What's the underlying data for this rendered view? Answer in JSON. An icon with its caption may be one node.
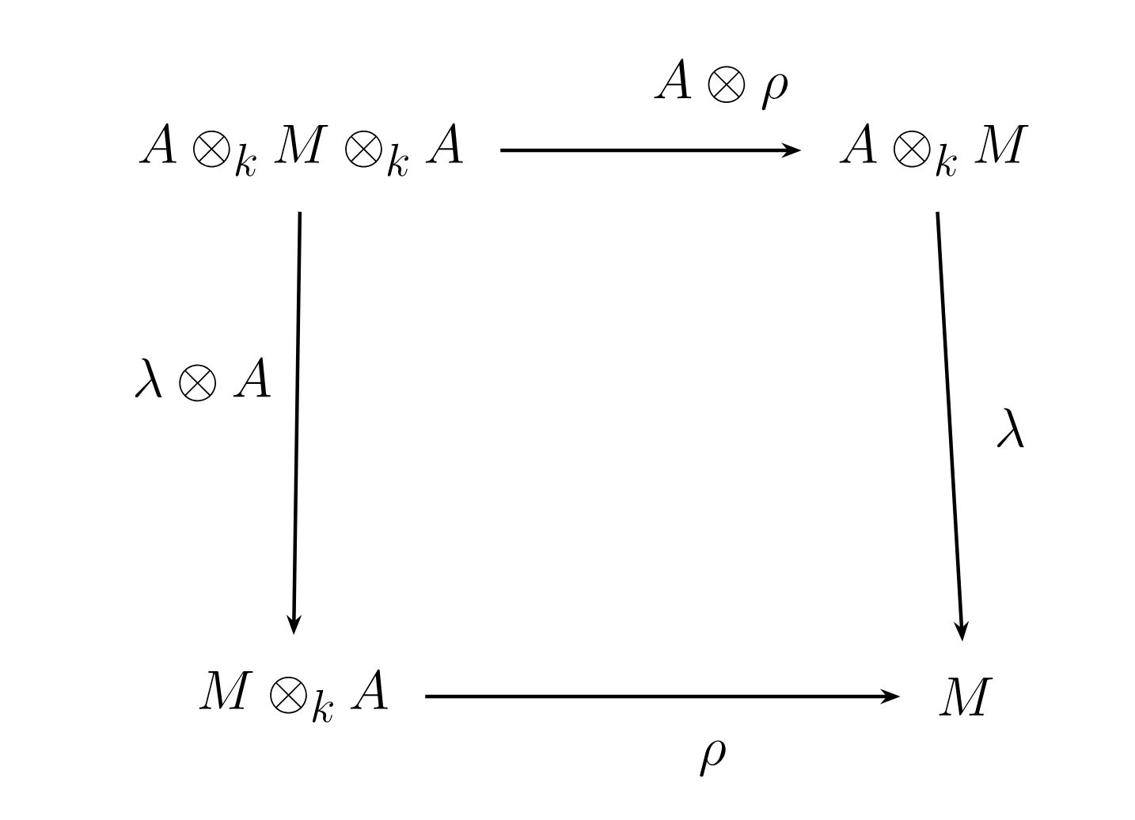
{
  "diagram": {
    "nodes": [
      {
        "text": [
          "A\\otimes_k M\\otimes_k A"
        ]
      },
      {
        "text": [
          "A\\otimes_k M"
        ]
      },
      {
        "text": [
          "M\\otimes_k A"
        ]
      },
      {
        "text": [
          "M"
        ]
      }
    ],
    "edges": [
      {
        "from": 0,
        "to": 1,
        "arrow": "to",
        "label": "A\\otimes\\rho"
      },
      {
        "from": 0,
        "to": 2,
        "arrow": "to",
        "label": "\\lambda\\otimes A"
      },
      {
        "from": 1,
        "to": 3,
        "arrow": "to",
        "label": "\\lambda"
      },
      {
        "from": 2,
        "to": 3,
        "arrow": "to",
        "label": "\\rho"
      }
    ]
  }
}
